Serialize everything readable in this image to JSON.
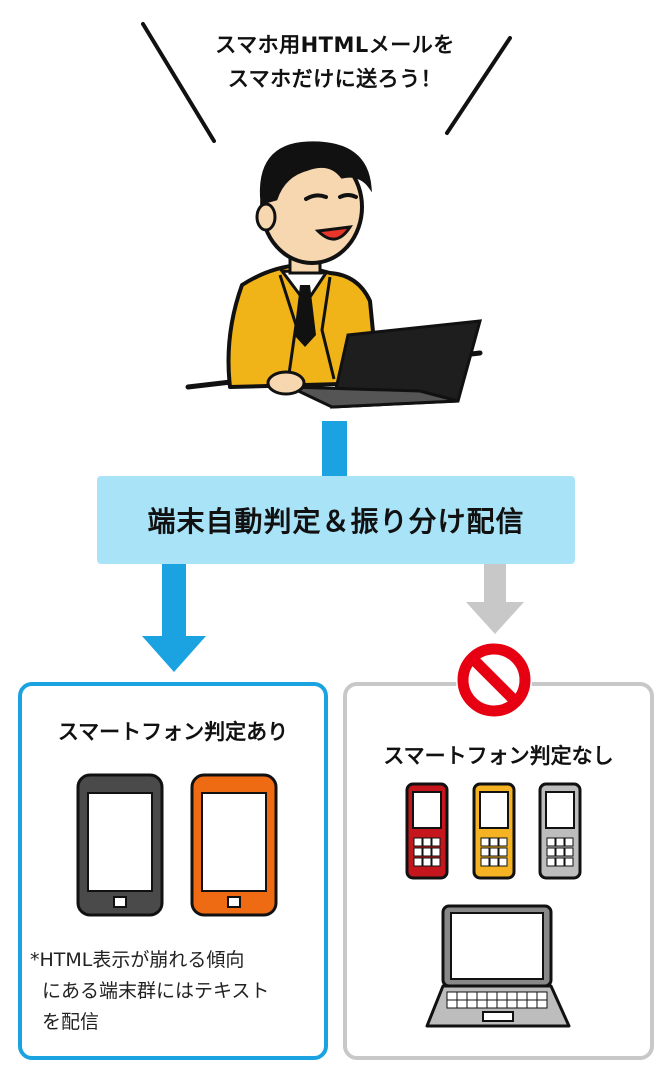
{
  "speech": {
    "line1": "スマホ用HTMLメールを",
    "line2": "スマホだけに送ろう！"
  },
  "banner": {
    "label": "端末自動判定＆振り分け配信"
  },
  "left_panel": {
    "title": "スマートフォン判定あり",
    "note_line1": "*HTML表示が崩れる傾向",
    "note_line2": "にある端末群にはテキスト",
    "note_line3": "を配信"
  },
  "right_panel": {
    "title": "スマートフォン判定なし"
  },
  "colors": {
    "accent_blue": "#1aa3e0",
    "banner_bg": "#a9e3f7",
    "gray": "#c8c8c8",
    "prohibit_red": "#e60012",
    "suit_yellow": "#f0b419",
    "phone_dark": "#4a4a4a",
    "phone_orange": "#ee6a13"
  },
  "icons": [
    "person-with-laptop-icon",
    "down-arrow-icon",
    "prohibited-icon",
    "smartphone-icon",
    "feature-phone-icon",
    "laptop-icon"
  ]
}
